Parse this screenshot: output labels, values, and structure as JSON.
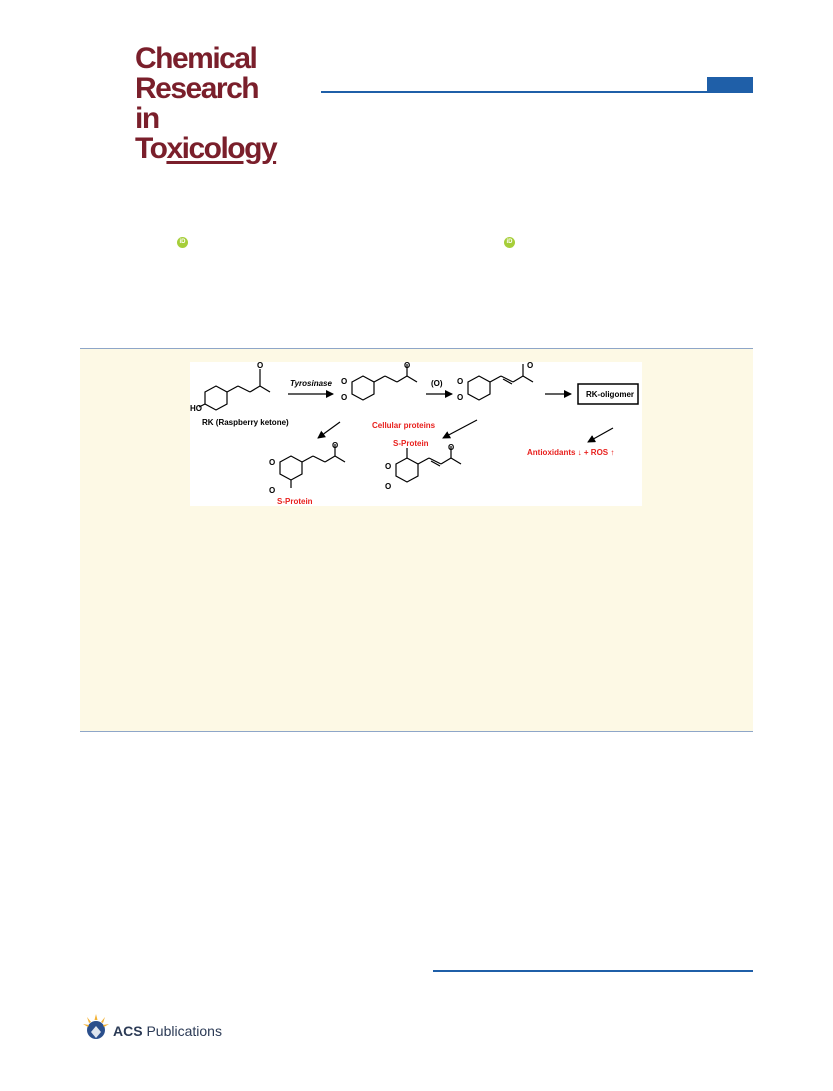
{
  "journal": {
    "logo_line1": "Chemical",
    "logo_line2": "Research in",
    "logo_line3_a": "To",
    "logo_line3_b": "xicology"
  },
  "orcid": {
    "icon": "orcid-icon",
    "label": "iD"
  },
  "figure": {
    "enzyme_label": "Tyrosinase",
    "oxidation_label": "(O)",
    "hydroxyl_label": "HO",
    "carbonyl_label": "O",
    "compound_label": "RK (Raspberry ketone)",
    "oligomer_label": "RK-oligomer",
    "proteins_label": "Cellular proteins",
    "effect_label": "Antioxidants ↓ + ROS ↑",
    "adduct_label_1": "S-Protein",
    "adduct_label_2": "S-Protein",
    "colors": {
      "accent_red": "#e8201d",
      "bond": "#000000"
    }
  },
  "publisher": {
    "name_bold": "ACS",
    "name_rest": " Publications",
    "icon": "acs-publications-icon"
  }
}
